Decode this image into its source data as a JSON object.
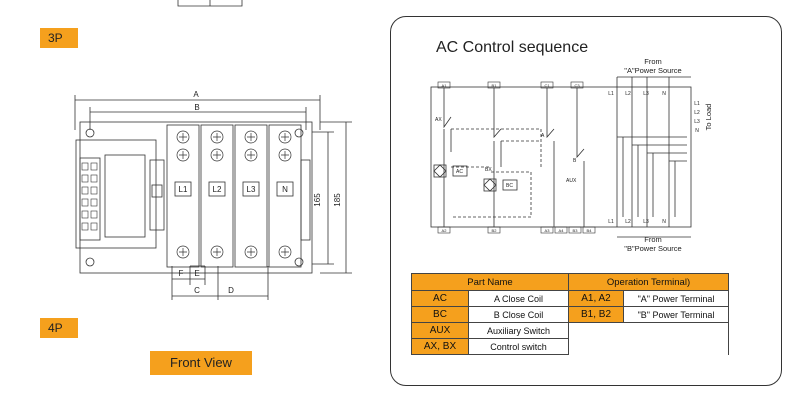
{
  "labels": {
    "tag_3p": "3P",
    "tag_4p": "4P",
    "front_view": "Front View"
  },
  "drawing": {
    "dim_a": "A",
    "dim_b": "B",
    "dim_c": "C",
    "dim_d": "D",
    "dim_e": "E",
    "dim_f": "F",
    "dim_165": "165",
    "dim_185": "185",
    "poles": [
      "L1",
      "L2",
      "L3",
      "N"
    ]
  },
  "sequence": {
    "title": "AC Control sequence",
    "from_a_line1": "From",
    "from_a_line2": "\"A\"Power Source",
    "from_b_line1": "From",
    "from_b_line2": "\"B\"Power Source",
    "to_load": "To Load",
    "top_terms": [
      "A1",
      "B1",
      "C1",
      "C3"
    ],
    "bottom_terms": [
      "A2",
      "B2",
      "A3",
      "A4",
      "B3",
      "B4"
    ],
    "load_terms": [
      "L1",
      "L2",
      "L3",
      "N"
    ],
    "contacts": {
      "ax": "AX",
      "bx": "BX",
      "ac": "AC",
      "bc": "BC",
      "a": "A",
      "b": "B",
      "aux": "AUX"
    }
  },
  "table": {
    "header_part": "Part Name",
    "header_terminal": "Operation Terminal)",
    "rows": [
      {
        "code": "AC",
        "name": "A Close Coil",
        "term": "A1, A2",
        "term_desc": "\"A\" Power Terminal"
      },
      {
        "code": "BC",
        "name": "B Close Coil",
        "term": "B1, B2",
        "term_desc": "\"B\" Power Terminal"
      },
      {
        "code": "AUX",
        "name": "Auxiliary Switch",
        "term": "",
        "term_desc": ""
      },
      {
        "code": "AX, BX",
        "name": "Control switch",
        "term": "",
        "term_desc": ""
      }
    ]
  }
}
